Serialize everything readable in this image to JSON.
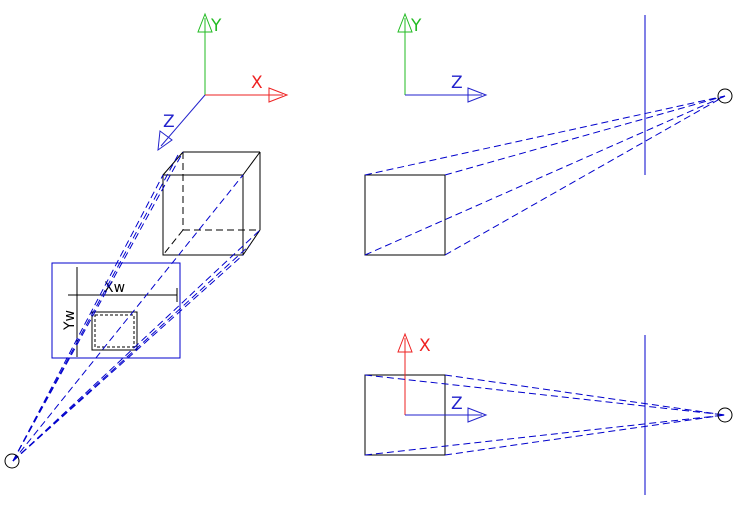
{
  "axes": {
    "iso": {
      "x_label": "X",
      "y_label": "Y",
      "z_label": "Z"
    },
    "side": {
      "y_label": "Y",
      "z_label": "Z"
    },
    "top": {
      "x_label": "X",
      "z_label": "Z"
    }
  },
  "dimensions": {
    "width_label": "Xw",
    "height_label": "Yw"
  },
  "colors": {
    "x_axis": "#ee2222",
    "y_axis": "#22bb22",
    "z_axis": "#2222cc",
    "line": "#000000",
    "projection": "#0000cc"
  }
}
